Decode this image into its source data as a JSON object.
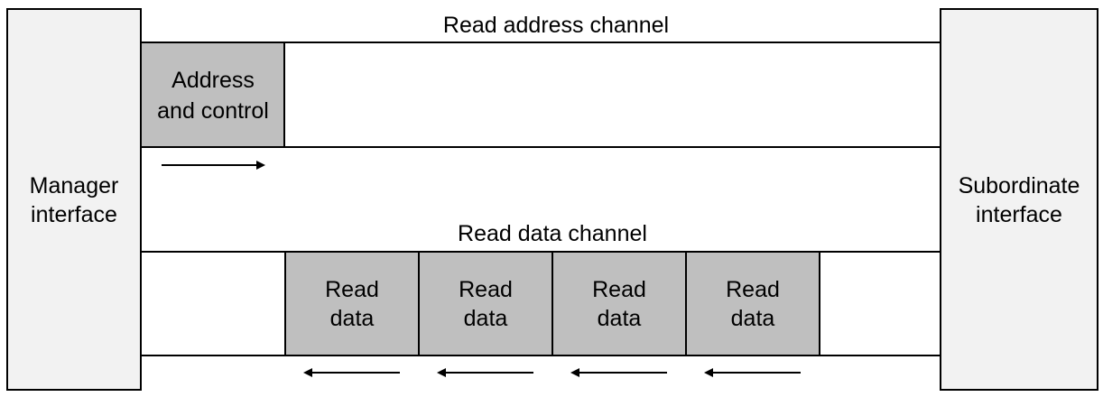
{
  "diagram": {
    "manager_interface": {
      "line1": "Manager",
      "line2": "interface"
    },
    "subordinate_interface": {
      "line1": "Subordinate",
      "line2": "interface"
    },
    "read_address_channel": {
      "label": "Read address channel",
      "block": {
        "line1": "Address",
        "line2": "and control"
      }
    },
    "read_data_channel": {
      "label": "Read data channel",
      "blocks": [
        {
          "line1": "Read",
          "line2": "data"
        },
        {
          "line1": "Read",
          "line2": "data"
        },
        {
          "line1": "Read",
          "line2": "data"
        },
        {
          "line1": "Read",
          "line2": "data"
        }
      ]
    },
    "colors": {
      "interface_fill": "#f2f2f2",
      "block_fill": "#bfbfbf",
      "line": "#000000"
    }
  }
}
